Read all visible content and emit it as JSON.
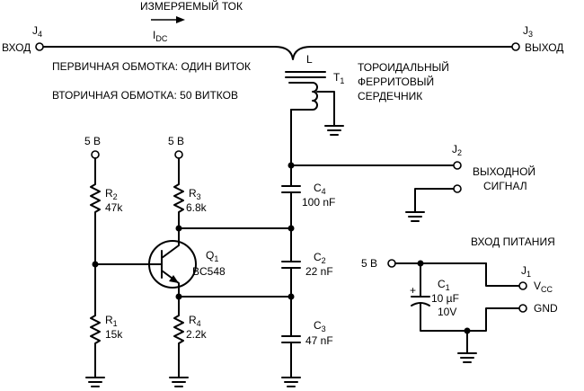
{
  "labels": {
    "measured_current": "ИЗМЕРЯЕМЫЙ ТОК",
    "idc": {
      "main": "I",
      "sub": "DC"
    },
    "input": "ВХОД",
    "output": "ВЫХОД",
    "j4": {
      "main": "J",
      "sub": "4"
    },
    "j3": {
      "main": "J",
      "sub": "3"
    },
    "j2": {
      "main": "J",
      "sub": "2"
    },
    "j1": {
      "main": "J",
      "sub": "1"
    },
    "l": "L",
    "t1": {
      "main": "T",
      "sub": "1"
    },
    "primary": "ПЕРВИЧНАЯ ОБМОТКА: ОДИН ВИТОК",
    "secondary": "ВТОРИЧНАЯ ОБМОТКА: 50 ВИТКОВ",
    "core_1": "ТОРОИДАЛЬНЫЙ",
    "core_2": "ФЕРРИТОВЫЙ",
    "core_3": "СЕРДЕЧНИК",
    "out_signal_1": "ВЫХОДНОЙ",
    "out_signal_2": "СИГНАЛ",
    "power_input": "ВХОД ПИТАНИЯ",
    "v5_left": "5 В",
    "v5_mid": "5 В",
    "v5_power": "5 В",
    "vcc": {
      "main": "V",
      "sub": "CC"
    },
    "gnd": "GND",
    "plus": "+"
  },
  "components": {
    "r2": {
      "name": "R",
      "sub": "2",
      "value": "47k"
    },
    "r3": {
      "name": "R",
      "sub": "3",
      "value": "6.8k"
    },
    "r1": {
      "name": "R",
      "sub": "1",
      "value": "15k"
    },
    "r4": {
      "name": "R",
      "sub": "4",
      "value": "2.2k"
    },
    "q1": {
      "name": "Q",
      "sub": "1",
      "value": "BC548"
    },
    "c4": {
      "name": "C",
      "sub": "4",
      "value": "100 nF"
    },
    "c2": {
      "name": "C",
      "sub": "2",
      "value": "22 nF"
    },
    "c3": {
      "name": "C",
      "sub": "3",
      "value": "47 nF"
    },
    "c1": {
      "name": "C",
      "sub": "1",
      "value_1": "10 µF",
      "value_2": "10V"
    }
  }
}
